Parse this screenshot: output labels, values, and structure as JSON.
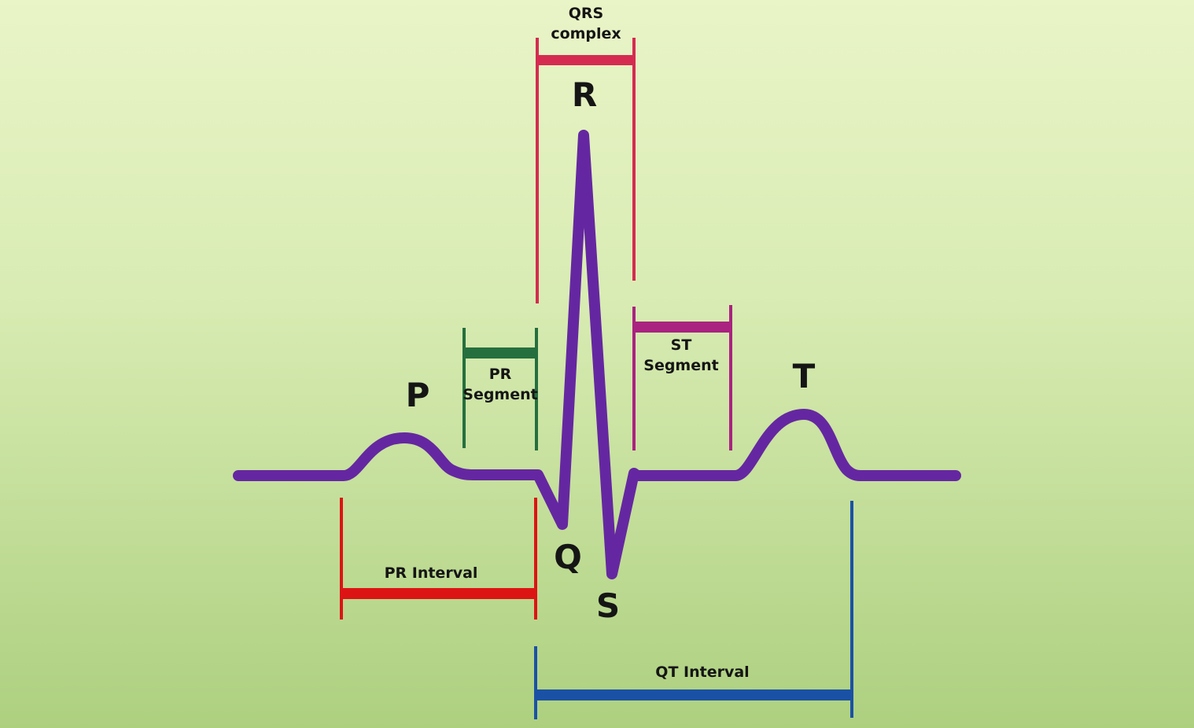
{
  "diagram": {
    "title": "ECG waveform with intervals and segments",
    "background": {
      "top_color": "#e9f4c7",
      "bottom_color": "#add07f"
    },
    "trace": {
      "color": "#6527a1"
    },
    "wave_labels": {
      "p": "P",
      "q": "Q",
      "r": "R",
      "s": "S",
      "t": "T"
    },
    "annotations": {
      "qrs_complex": {
        "label": "QRS complex",
        "color": "#d52b50"
      },
      "pr_segment": {
        "label": "PR Segment",
        "color": "#256f3e"
      },
      "st_segment": {
        "label": "ST Segment",
        "color": "#aa2280"
      },
      "pr_interval": {
        "label": "PR Interval",
        "color": "#dd1414"
      },
      "qt_interval": {
        "label": "QT Interval",
        "color": "#1b51a5"
      }
    }
  }
}
